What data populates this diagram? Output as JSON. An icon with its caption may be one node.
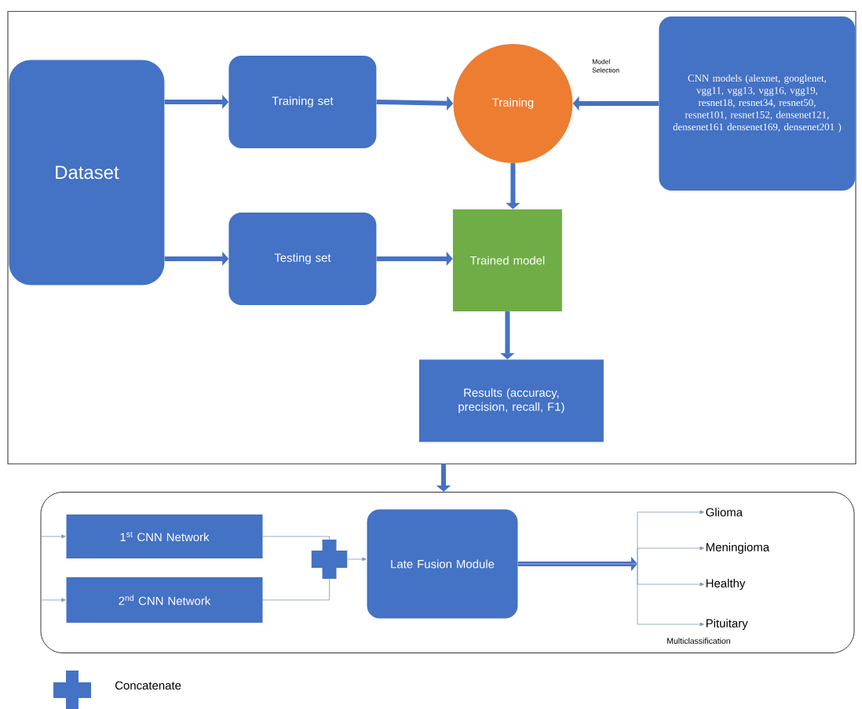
{
  "diagram": {
    "nodes": [
      {
        "text": [],
        "shape": "box"
      },
      {
        "text": [
          "Dataset"
        ],
        "in": 0
      },
      {
        "text": [
          "Training set"
        ],
        "in": 0
      },
      {
        "text": [
          "Training"
        ],
        "in": 0
      },
      {
        "text": [
          "CNN models (alexnet, googlenet, vgg11, vgg13, vgg16, vgg19, resnet18, resnet34, resnet50, resnet101, resnet152, densenet121, densenet161 densenet169, densenet201 )"
        ],
        "in": 0
      },
      {
        "text": [
          "Testing set"
        ],
        "in": 0
      },
      {
        "text": [
          "Trained model"
        ],
        "in": 0
      },
      {
        "text": [
          "Results (accuracy, precision, recall, F1)"
        ],
        "in": 0
      },
      {
        "text": [],
        "shape": "box"
      },
      {
        "text": [
          "1$^{st}$ CNN Network"
        ],
        "in": 8
      },
      {
        "text": [
          "2$^{nd}$ CNN Network"
        ],
        "in": 8
      },
      {
        "text": [],
        "shape": "cross",
        "in": 8
      },
      {
        "text": [
          "Late Fusion Module"
        ],
        "in": 8
      },
      {
        "text": [
          "Glioma"
        ],
        "in": 8
      },
      {
        "text": [
          "Meningioma"
        ],
        "in": 8
      },
      {
        "text": [
          "Healthy"
        ],
        "in": 8
      },
      {
        "text": [
          "Pituitary"
        ],
        "in": 8
      }
    ],
    "edges": [
      {
        "from": 1,
        "to": 2,
        "arrow": "to",
        "style": "thick"
      },
      {
        "from": 2,
        "to": 3,
        "arrow": "to",
        "style": "thick"
      },
      {
        "from": 4,
        "to": 3,
        "arrow": "to",
        "style": "thick",
        "label": "Model Selection"
      },
      {
        "from": 3,
        "to": 6,
        "arrow": "to",
        "style": "thick"
      },
      {
        "from": 1,
        "to": 5,
        "arrow": "to",
        "style": "thick"
      },
      {
        "from": 5,
        "to": 6,
        "arrow": "to",
        "style": "thick"
      },
      {
        "from": 6,
        "to": 7,
        "arrow": "to",
        "style": "thick"
      },
      {
        "from": 0,
        "to": 8,
        "arrow": "to",
        "style": "thick"
      },
      {
        "from": null,
        "to": 9,
        "arrow": "to"
      },
      {
        "from": null,
        "to": 10,
        "arrow": "to"
      },
      {
        "from": 9,
        "to": 11,
        "arrow": "none"
      },
      {
        "from": 10,
        "to": 11,
        "arrow": "none"
      },
      {
        "from": 11,
        "to": 12,
        "arrow": "to"
      },
      {
        "from": 12,
        "to": 13,
        "arrow": "to"
      },
      {
        "from": 12,
        "to": 14,
        "arrow": "to"
      },
      {
        "from": 12,
        "to": 15,
        "arrow": "to"
      },
      {
        "from": 12,
        "to": 16,
        "arrow": "to"
      }
    ],
    "labels": [
      "Multiclassification"
    ],
    "legend": [
      {
        "text": "Concatenate"
      }
    ]
  }
}
